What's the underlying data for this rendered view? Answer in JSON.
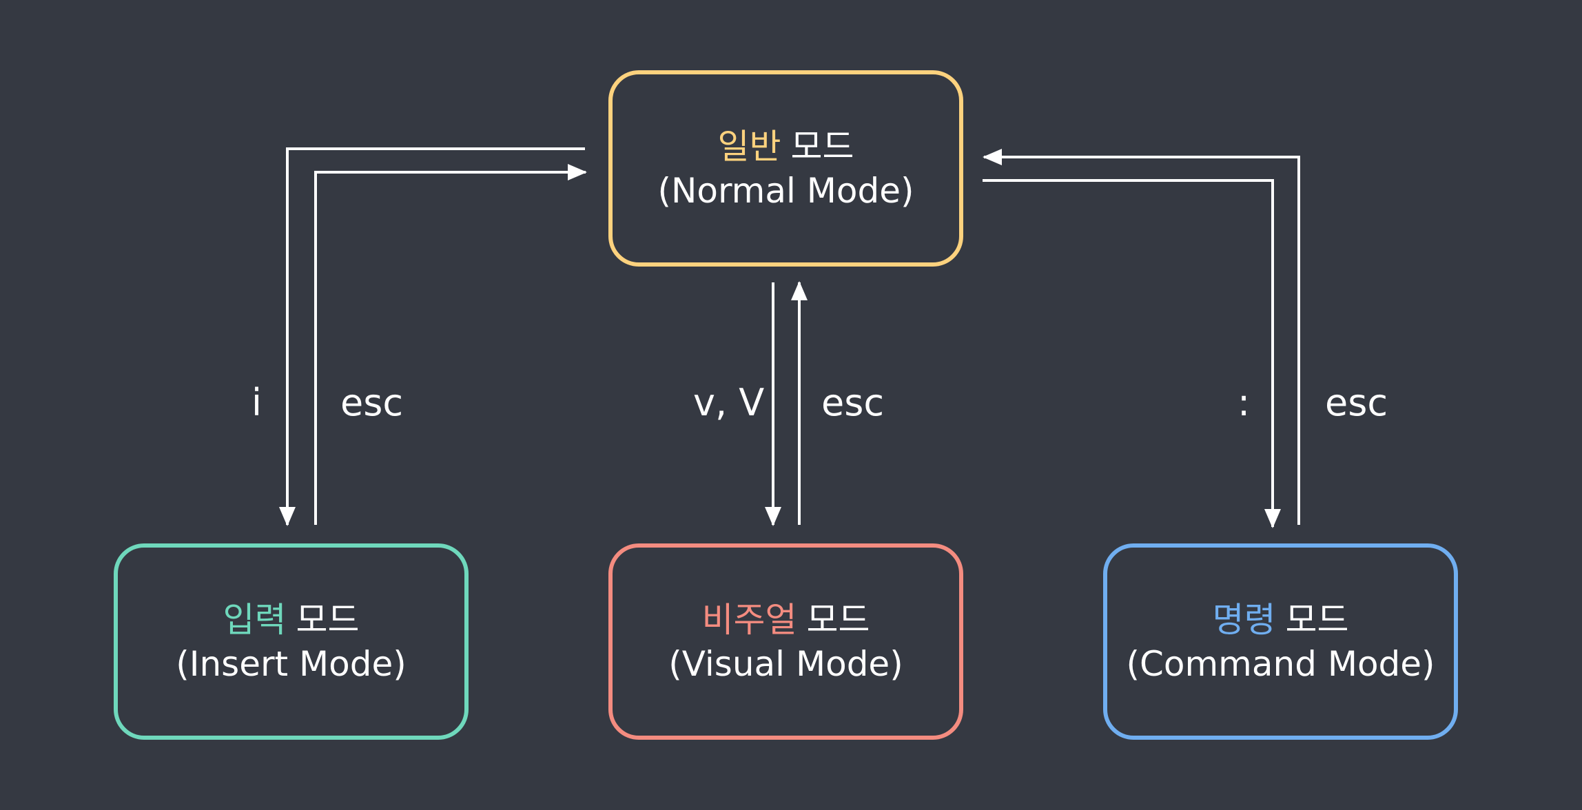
{
  "colors": {
    "background": "#353942",
    "arrow": "#ffffff",
    "text": "#ffffff"
  },
  "modes": {
    "normal": {
      "title_accent": "일반",
      "title_rest": "모드",
      "subtitle": "(Normal Mode)",
      "color": "#fdd27e"
    },
    "insert": {
      "title_accent": "입력",
      "title_rest": "모드",
      "subtitle": "(Insert Mode)",
      "color": "#6fd8bc"
    },
    "visual": {
      "title_accent": "비주얼",
      "title_rest": "모드",
      "subtitle": "(Visual Mode)",
      "color": "#f48c80"
    },
    "command": {
      "title_accent": "명령",
      "title_rest": "모드",
      "subtitle": "(Command Mode)",
      "color": "#70aef0"
    }
  },
  "transitions": {
    "to_insert": "i",
    "insert_to_normal": "esc",
    "to_visual": "v, V",
    "visual_to_normal": "esc",
    "to_command": ":",
    "command_to_normal": "esc"
  }
}
